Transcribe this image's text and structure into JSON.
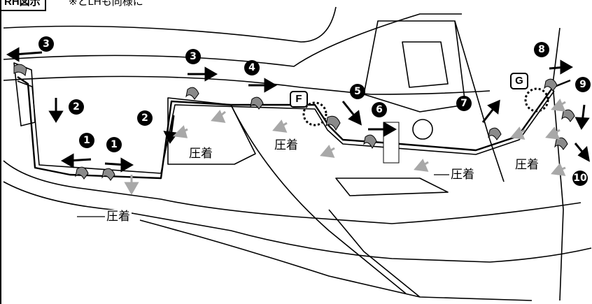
{
  "header": {
    "box_text": "RH図示",
    "rest_text": "※とLHも同様に"
  },
  "labels": {
    "crimp": "圧着"
  },
  "steps": [
    "1",
    "1",
    "2",
    "2",
    "3",
    "3",
    "4",
    "5",
    "6",
    "7",
    "8",
    "9",
    "10"
  ],
  "refs": {
    "F": "F",
    "G": "G"
  },
  "colors": {
    "line": "#000000",
    "arrow": "#000000",
    "press_arrow": "#a8a8a8",
    "tape": "#8a8a8a"
  }
}
